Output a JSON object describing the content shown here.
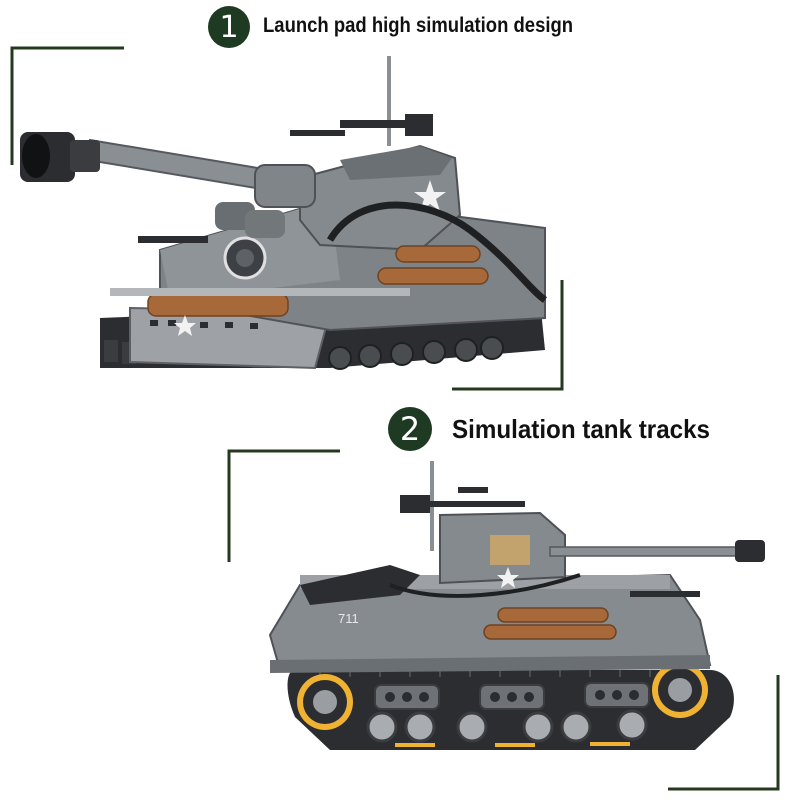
{
  "colors": {
    "badge": "#1f3a23",
    "frame_line": "#24391f",
    "tank_gray": "#8a8f93",
    "tank_dark": "#2b2d30",
    "cargo_brown": "#a7683a",
    "wheel_accent": "#f0b233"
  },
  "feature1": {
    "number": "1",
    "title": "Launch pad high simulation design"
  },
  "feature2": {
    "number": "2",
    "title": "Simulation tank tracks"
  },
  "tank_side": {
    "hull_marking": "711"
  },
  "icons": [
    "star-emblem-icon",
    "tank-illustration"
  ]
}
